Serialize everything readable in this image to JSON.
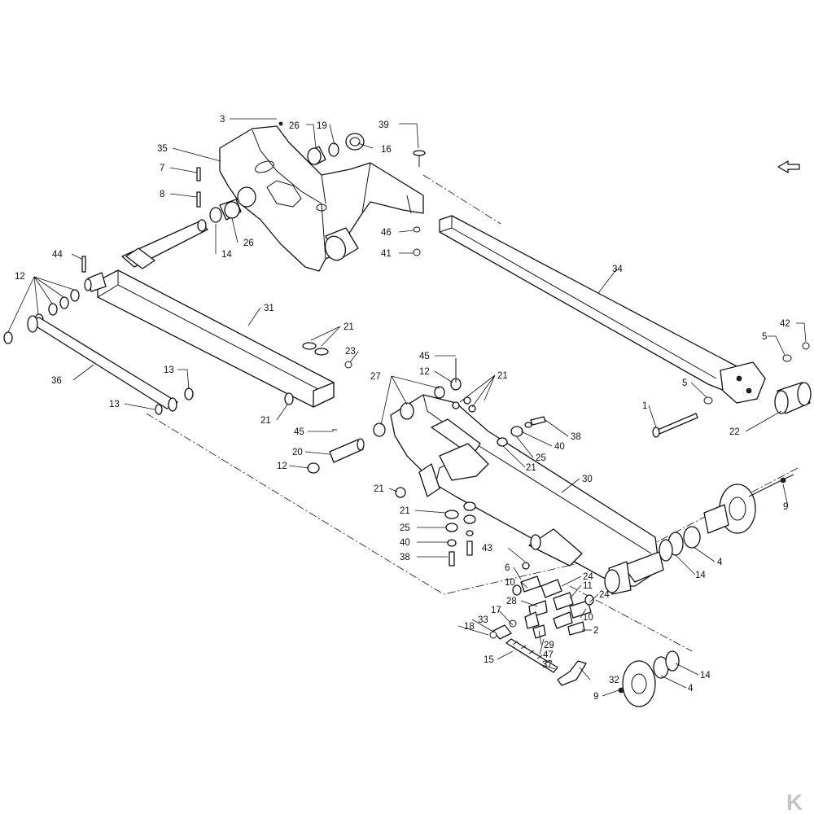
{
  "diagram": {
    "callouts": [
      "3",
      "26",
      "19",
      "16",
      "39",
      "35",
      "7",
      "8",
      "14",
      "26",
      "46",
      "41",
      "44",
      "12",
      "31",
      "21",
      "23",
      "36",
      "13",
      "13",
      "21",
      "45",
      "12",
      "27",
      "21",
      "38",
      "40",
      "25",
      "21",
      "20",
      "45",
      "12",
      "21",
      "21",
      "25",
      "40",
      "38",
      "30",
      "34",
      "42",
      "5",
      "5",
      "1",
      "22",
      "9",
      "4",
      "14",
      "43",
      "6",
      "10",
      "24",
      "11",
      "24",
      "10",
      "28",
      "17",
      "33",
      "18",
      "2",
      "29",
      "47",
      "37",
      "15",
      "32",
      "9",
      "4",
      "14"
    ],
    "watermark": "K"
  }
}
